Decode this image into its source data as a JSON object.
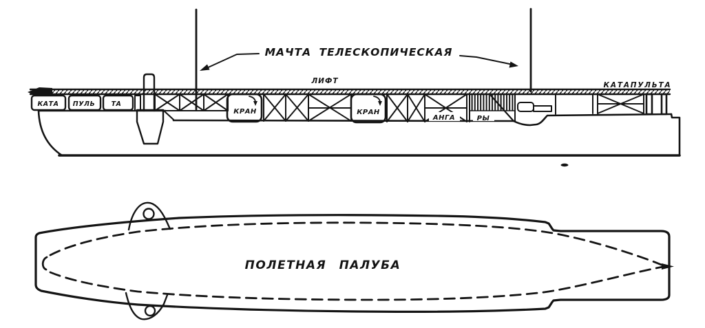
{
  "style": {
    "ink": "#141414",
    "paper": "#ffffff"
  },
  "side_view": {
    "mast_label": "МАЧТА ТЕЛЕСКОПИЧЕСКАЯ",
    "elevator_label": "ЛИФТ",
    "bow_catapult_segments": [
      "КАТА",
      "ПУЛЬ",
      "ТА"
    ],
    "crane_labels": [
      "КРАН",
      "КРАН"
    ],
    "hangar_segments": [
      "АНГА",
      "РЫ"
    ],
    "stern_catapult_label": "КАТАПУЛЬТА"
  },
  "plan_view": {
    "flight_deck_label": "ПОЛЕТНАЯ ПАЛУБА"
  }
}
